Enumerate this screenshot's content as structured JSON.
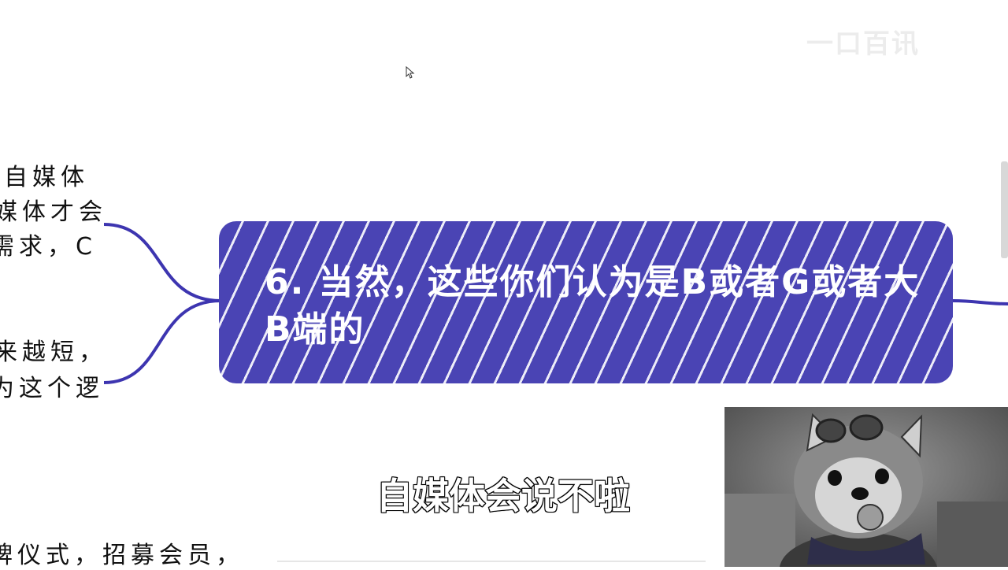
{
  "watermark": "一口百讯",
  "left_fragments": [
    "自媒体",
    "媒体才会",
    "需求，C",
    "来越短，",
    "为这个逻",
    "牌仪式，招募会员，"
  ],
  "center_node": {
    "text": "6. 当然，这些你们认为是B或者G或者大B端的"
  },
  "subtitle": "自媒体会说不啦",
  "colors": {
    "node_fill": "#4a44b4",
    "connector": "#3d35b0",
    "background": "#ffffff"
  },
  "icons": [
    "mouse-cursor-icon",
    "red-panda-webcam"
  ]
}
